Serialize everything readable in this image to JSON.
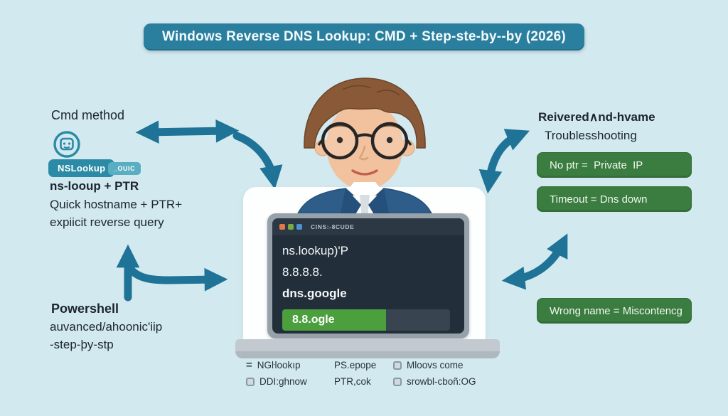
{
  "title": {
    "text": "Windows Reverse DNS Lookup: CMD + Step-ste-by--by (2026)"
  },
  "colors": {
    "background": "#d2e9ef",
    "banner_teal": "#2b7f9e",
    "arrow_teal": "#1e7396",
    "badge_teal": "#2b8aa6",
    "badge_green": "#3b7d40",
    "terminal_bg": "#222e39",
    "highlight_green": "#4ba03d",
    "suit_blue": "#2e5d89"
  },
  "left": {
    "heading": "Cmd method",
    "icon": "terminal-app-icon",
    "badge_primary": "NSLookup",
    "badge_secondary": "_OUIC",
    "line1": "ns-looup + PTR",
    "line2": "Quick hostname + PTR+",
    "line3": "expiicit reverse query",
    "powershell_heading": "Powershell",
    "powershell_line1": "auvanced/ahoonic'iip",
    "powershell_line2": "-step-þy-stp"
  },
  "right": {
    "heading_line1": "Reivered∧nd-hvame",
    "heading_line2": "Troublesshooting",
    "badges": [
      {
        "label": "No ptr =  Private  IP"
      },
      {
        "label": "Timeout = Dns down"
      },
      {
        "label": "Wrong name = Miscontencg"
      }
    ]
  },
  "terminal": {
    "titlebar": "CINS:-8CUDE",
    "dots": [
      "orange",
      "green",
      "blue"
    ],
    "lines": [
      "ns.lookup)'P",
      "8.8.8.8.",
      "dns.google"
    ],
    "highlight": "8.8.ogle"
  },
  "legend": {
    "items": [
      {
        "icon": "equals-icon",
        "glyph": "=",
        "label": "NGŀlookıp"
      },
      {
        "icon": "none",
        "label": "PS.epope"
      },
      {
        "icon": "square-icon",
        "label": "Mloovs come"
      },
      {
        "icon": "square-icon",
        "label": "DDI:ghnow"
      },
      {
        "icon": "none",
        "label": "PTR,cok"
      },
      {
        "icon": "square-icon",
        "label": "srowbl-cboñ:OG"
      }
    ]
  }
}
